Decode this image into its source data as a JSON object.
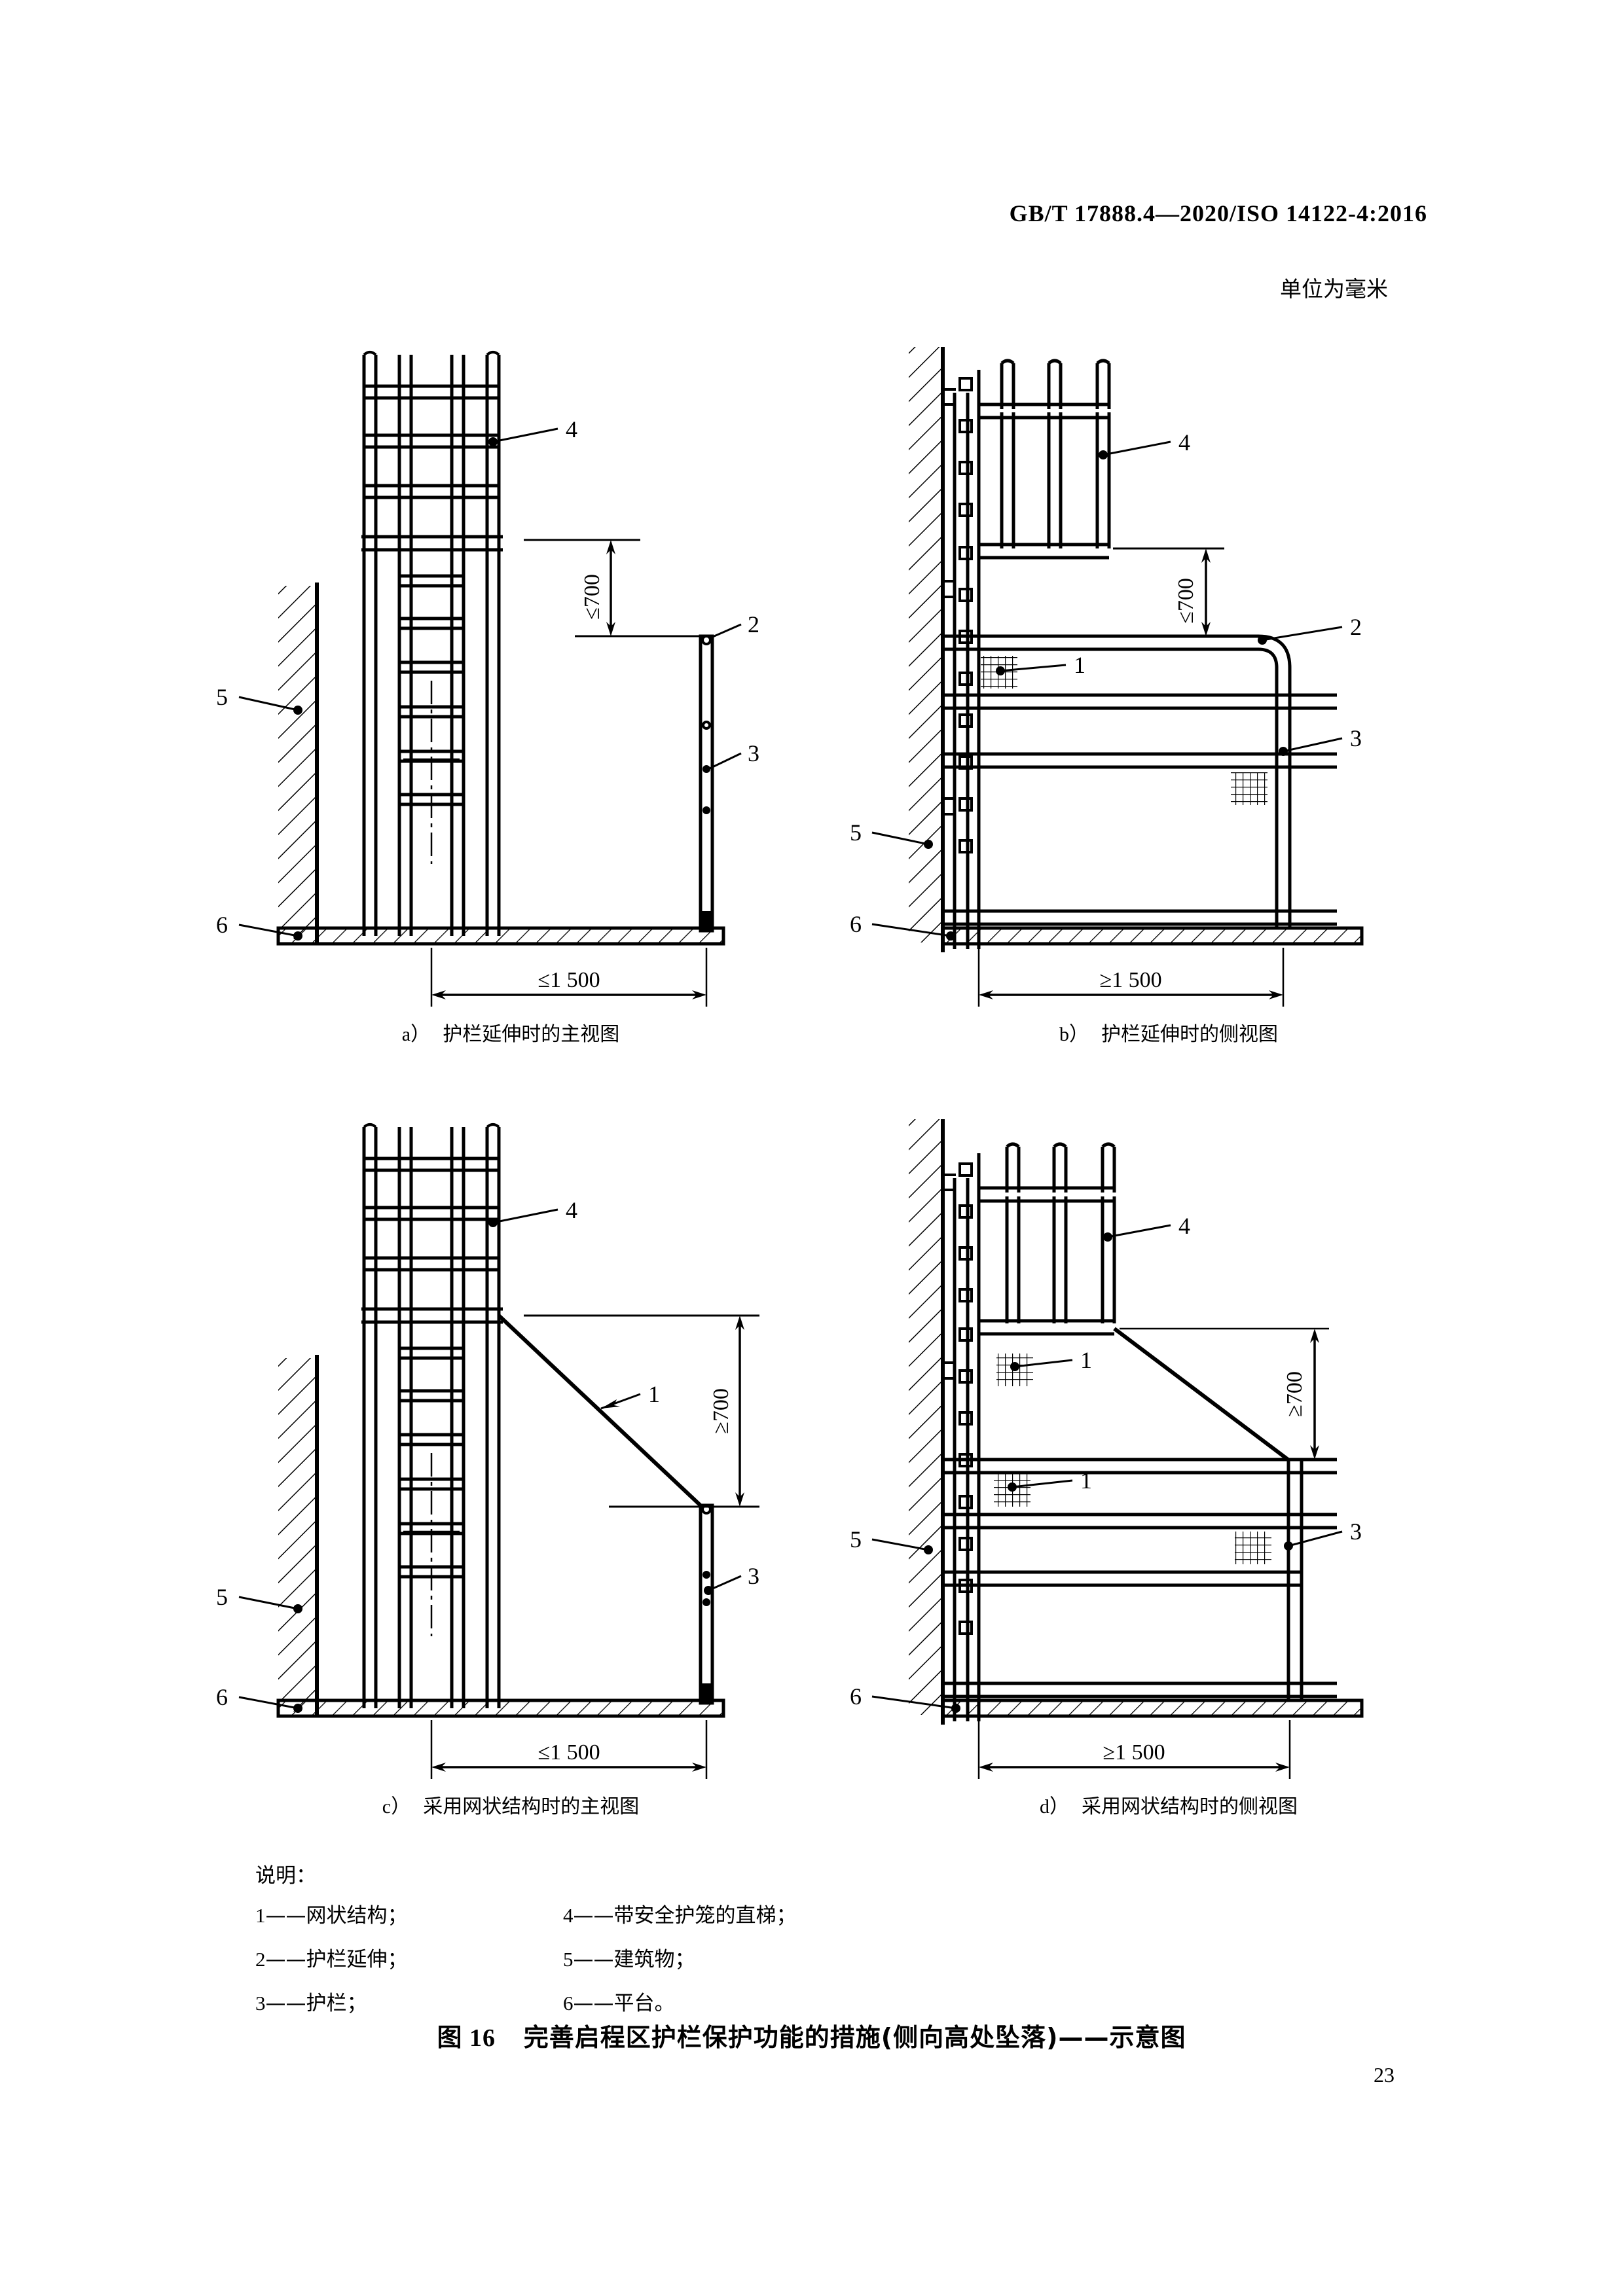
{
  "header": {
    "standard_no": "GB/T 17888.4—2020/ISO 14122-4:2016",
    "units_note": "单位为毫米"
  },
  "figure": {
    "number": "图 16",
    "title": "完善启程区护栏保护功能的措施(侧向高处坠落)——示意图",
    "page_number": "23"
  },
  "subfigures": [
    {
      "key": "a",
      "letter": "a）",
      "caption": "护栏延伸时的主视图",
      "view": "front",
      "variant": "guardrail-extension",
      "dimensions": {
        "vertical": "≤700",
        "horizontal": "≤1 500"
      },
      "callouts": [
        "4",
        "2",
        "3",
        "5",
        "6"
      ]
    },
    {
      "key": "b",
      "letter": "b）",
      "caption": "护栏延伸时的侧视图",
      "view": "side",
      "variant": "guardrail-extension",
      "dimensions": {
        "vertical": "≤700",
        "horizontal": "≥1 500"
      },
      "callouts": [
        "4",
        "2",
        "3",
        "1",
        "5",
        "6"
      ]
    },
    {
      "key": "c",
      "letter": "c）",
      "caption": "采用网状结构时的主视图",
      "view": "front",
      "variant": "mesh-structure",
      "dimensions": {
        "vertical": "≥700",
        "horizontal": "≤1 500"
      },
      "callouts": [
        "4",
        "1",
        "3",
        "5",
        "6"
      ]
    },
    {
      "key": "d",
      "letter": "d）",
      "caption": "采用网状结构时的侧视图",
      "view": "side",
      "variant": "mesh-structure",
      "dimensions": {
        "vertical": "≥700",
        "horizontal": "≥1 500"
      },
      "callouts": [
        "4",
        "1",
        "1",
        "3",
        "5",
        "6"
      ]
    }
  ],
  "legend": {
    "title": "说明：",
    "items": [
      {
        "num": "1",
        "dash": "——",
        "text": "网状结构；"
      },
      {
        "num": "2",
        "dash": "——",
        "text": "护栏延伸；"
      },
      {
        "num": "3",
        "dash": "——",
        "text": "护栏；"
      },
      {
        "num": "4",
        "dash": "——",
        "text": "带安全护笼的直梯；"
      },
      {
        "num": "5",
        "dash": "——",
        "text": "建筑物；"
      },
      {
        "num": "6",
        "dash": "——",
        "text": "平台。"
      }
    ]
  },
  "colors": {
    "ink": "#000000",
    "paper": "#ffffff"
  }
}
